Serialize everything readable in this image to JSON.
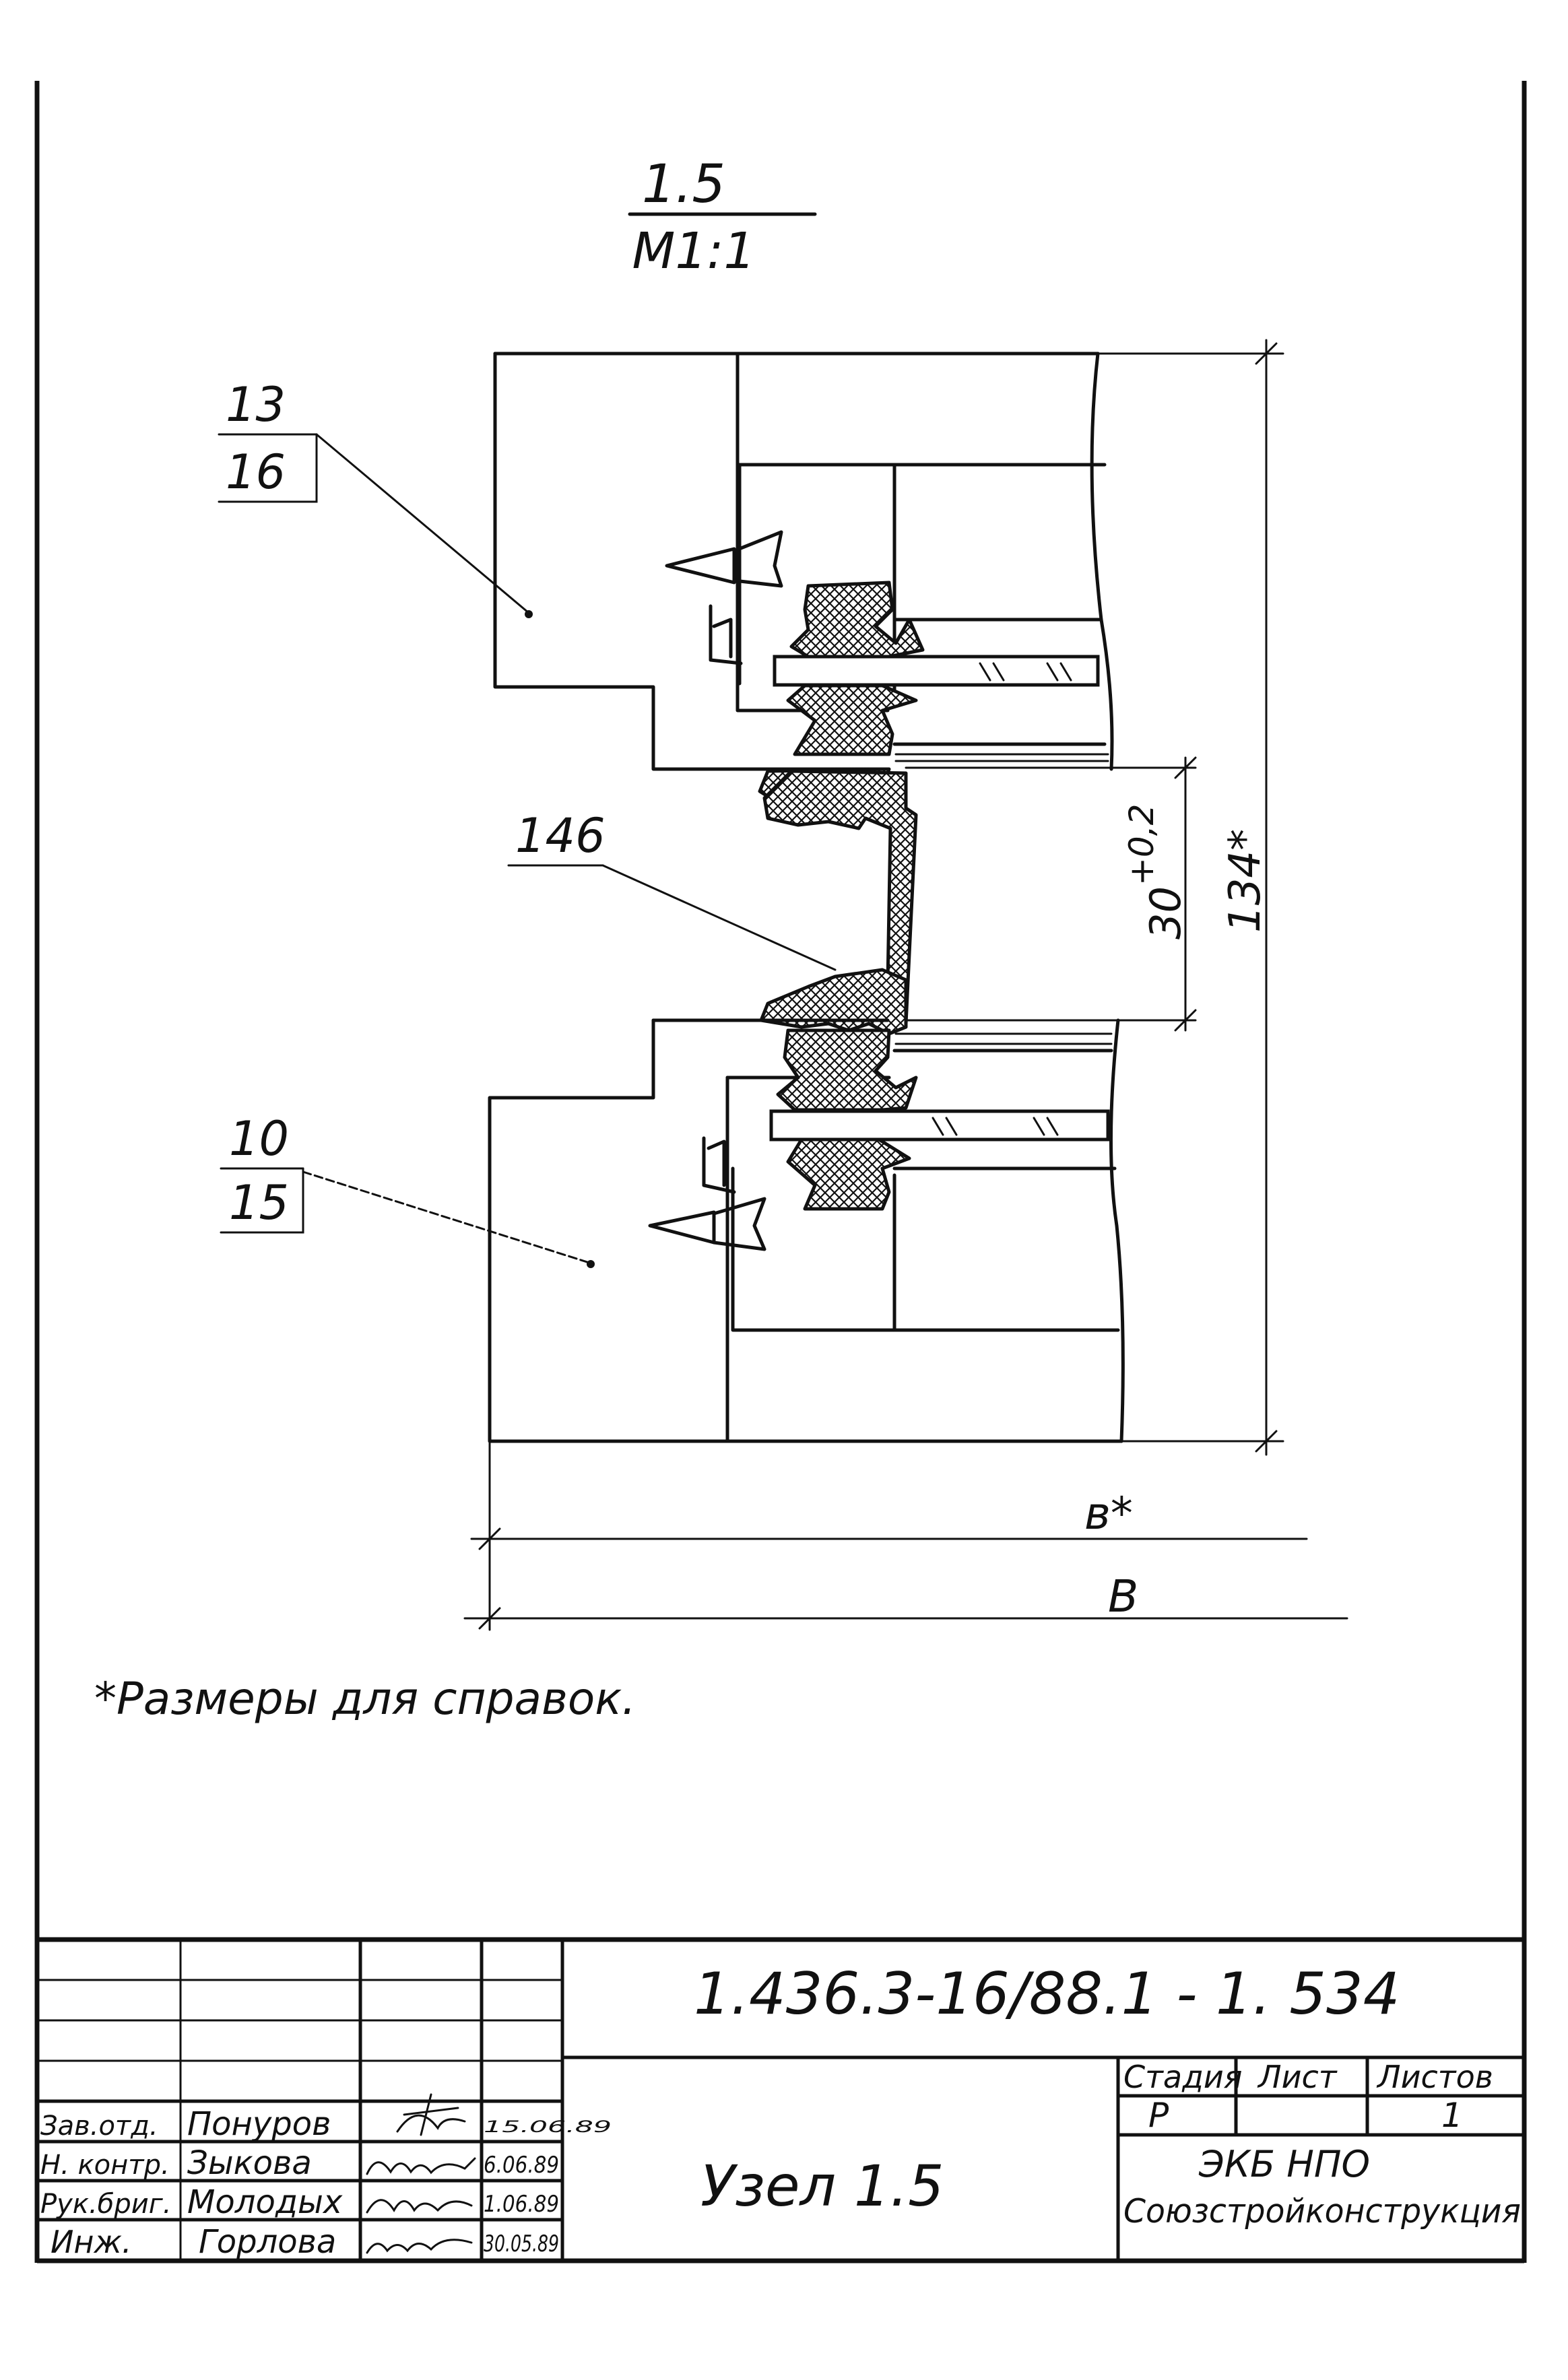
{
  "detail": {
    "number": "1.5",
    "scale": "М1:1"
  },
  "leaders": {
    "upper": {
      "top": "13",
      "bottom": "16"
    },
    "middle": {
      "top": "146"
    },
    "lower": {
      "top": "10",
      "bottom": "15"
    }
  },
  "dimensions": {
    "gap": "30",
    "gap_tolerance": "+0,2",
    "height": "134*",
    "width_small": "в*",
    "width_big": "В"
  },
  "footnote": "*Размеры для справок.",
  "title_block": {
    "document_code": "1.436.3-16/88.1 - 1. 534",
    "sheet_title": "Узел 1.5",
    "stage_header": "Стадия",
    "sheet_header": "Лист",
    "sheets_header": "Листов",
    "stage_value": "Р",
    "sheet_value": "",
    "sheets_value": "1",
    "org_line1": "ЭКБ НПО",
    "org_line2": "Союзстройконструкция",
    "signatures": [
      {
        "role": "Зав.отд.",
        "name": "Понуров",
        "date": "15.06.89"
      },
      {
        "role": "Н. контр.",
        "name": "Зыкова",
        "date": "6.06.89"
      },
      {
        "role": "Рук.бриг.",
        "name": "Молодых",
        "date": "1.06.89"
      },
      {
        "role": "Инж.",
        "name": "Горлова",
        "date": "30.05.89"
      }
    ]
  }
}
